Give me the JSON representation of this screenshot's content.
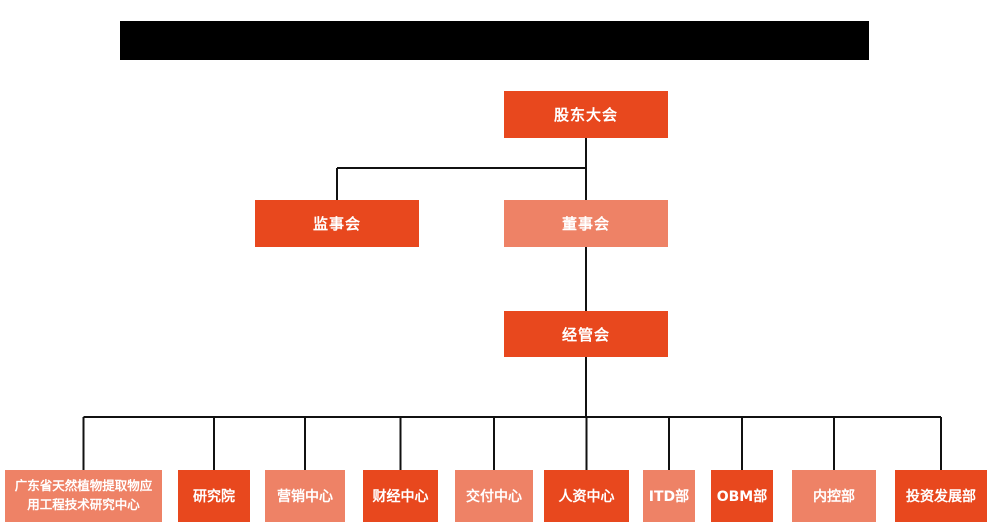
{
  "title_bar": {
    "text": "",
    "redacted": true
  },
  "chart": {
    "type": "org-chart",
    "colors": {
      "primary": "#E8481E",
      "secondary": "#EE8266",
      "connector": "#111111",
      "label_text": "#FFFFFF"
    },
    "root": {
      "label": "股东大会",
      "variant": "primary"
    },
    "level2": [
      {
        "label": "监事会",
        "variant": "primary"
      },
      {
        "label": "董事会",
        "variant": "secondary"
      }
    ],
    "level3": [
      {
        "label": "经管会",
        "variant": "primary"
      }
    ],
    "departments": [
      {
        "label": "广东省天然植物提取物应用工程技术研究中心",
        "variant": "secondary"
      },
      {
        "label": "研究院",
        "variant": "primary"
      },
      {
        "label": "营销中心",
        "variant": "secondary"
      },
      {
        "label": "财经中心",
        "variant": "primary"
      },
      {
        "label": "交付中心",
        "variant": "secondary"
      },
      {
        "label": "人资中心",
        "variant": "primary"
      },
      {
        "label": "ITD部",
        "variant": "secondary"
      },
      {
        "label": "OBM部",
        "variant": "primary"
      },
      {
        "label": "内控部",
        "variant": "secondary"
      },
      {
        "label": "投资发展部",
        "variant": "primary"
      }
    ]
  }
}
